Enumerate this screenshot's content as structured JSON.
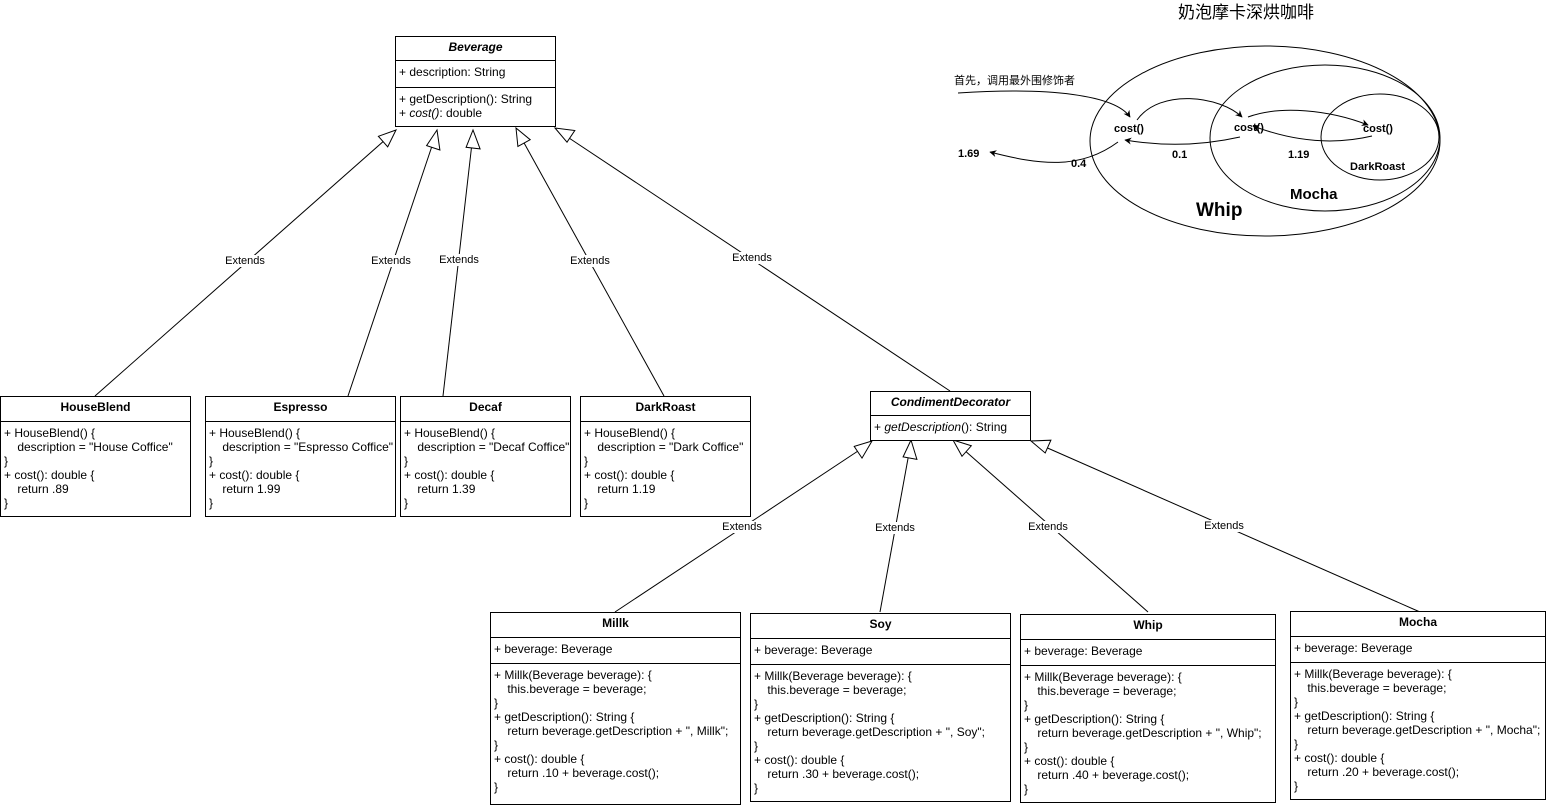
{
  "edge_label": "Extends",
  "classes": {
    "beverage": {
      "name": "Beverage",
      "attr": "+ description: String",
      "m1": "+ getDescription(): String",
      "m2_prefix": "+ ",
      "m2_italic": "cost()",
      "m2_suffix": ": double"
    },
    "houseblend": {
      "name": "HouseBlend",
      "body": "+ HouseBlend() {\n    description = \"House Coffice\"\n}\n+ cost(): double {\n    return .89\n}"
    },
    "espresso": {
      "name": "Espresso",
      "body": "+ HouseBlend() {\n    description = \"Espresso Coffice\"\n}\n+ cost(): double {\n    return 1.99\n}"
    },
    "decaf": {
      "name": "Decaf",
      "body": "+ HouseBlend() {\n    description = \"Decaf Coffice\"\n}\n+ cost(): double {\n    return 1.39\n}"
    },
    "darkroast": {
      "name": "DarkRoast",
      "body": "+ HouseBlend() {\n    description = \"Dark Coffice\"\n}\n+ cost(): double {\n    return 1.19\n}"
    },
    "condiment": {
      "name": "CondimentDecorator",
      "m_prefix": "+ ",
      "m_italic": "getDescription",
      "m_suffix": "(): String"
    },
    "millk": {
      "name": "Millk",
      "attr": "+ beverage: Beverage",
      "body": "+ Millk(Beverage beverage): {\n    this.beverage = beverage;\n}\n+ getDescription(): String {\n    return beverage.getDescription + \", Millk\";\n}\n+ cost(): double {\n    return .10 + beverage.cost();\n}"
    },
    "soy": {
      "name": "Soy",
      "attr": "+ beverage: Beverage",
      "body": "+ Millk(Beverage beverage): {\n    this.beverage = beverage;\n}\n+ getDescription(): String {\n    return beverage.getDescription + \", Soy\";\n}\n+ cost(): double {\n    return .30 + beverage.cost();\n}"
    },
    "whip": {
      "name": "Whip",
      "attr": "+ beverage: Beverage",
      "body": "+ Millk(Beverage beverage): {\n    this.beverage = beverage;\n}\n+ getDescription(): String {\n    return beverage.getDescription + \", Whip\";\n}\n+ cost(): double {\n    return .40 + beverage.cost();\n}"
    },
    "mocha": {
      "name": "Mocha",
      "attr": "+ beverage: Beverage",
      "body": "+ Millk(Beverage beverage): {\n    this.beverage = beverage;\n}\n+ getDescription(): String {\n    return beverage.getDescription + \", Mocha\";\n}\n+ cost(): double {\n    return .20 + beverage.cost();\n}"
    }
  },
  "wrap_diagram": {
    "title": "奶泡摩卡深烘咖啡",
    "note": "首先，调用最外围修饰者",
    "cost_label": "cost()",
    "result": "1.69",
    "whip_cost": "0.4",
    "mocha_cost": "0.1",
    "darkroast_cost": "1.19",
    "whip_label": "Whip",
    "mocha_label": "Mocha",
    "darkroast_label": "DarkRoast"
  }
}
